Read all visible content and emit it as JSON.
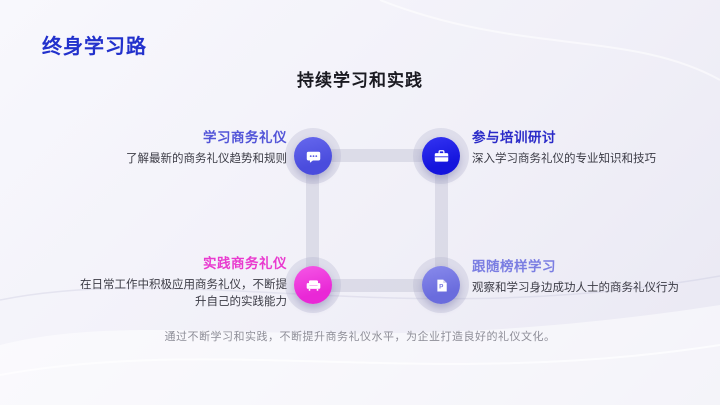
{
  "slide": {
    "page_title": "终身学习路",
    "section_title": "持续学习和实践",
    "caption": "通过不断学习和实践，不断提升商务礼仪水平，为企业打造良好的礼仪文化。"
  },
  "diagram": {
    "nodes": [
      {
        "title": "学习商务礼仪",
        "description": "了解最新的商务礼仪趋势和规则",
        "icon": "chat-bubble-icon",
        "title_color": "#5355d8",
        "circle_color": "#5052e2"
      },
      {
        "title": "参与培训研讨",
        "description": "深入学习商务礼仪的专业知识和技巧",
        "icon": "briefcase-icon",
        "title_color": "#2a2ac8",
        "circle_color": "#1b1be6"
      },
      {
        "title": "实践商务礼仪",
        "description": "在日常工作中积极应用商务礼仪，不断提升自己的实践能力",
        "icon": "sofa-icon",
        "title_color": "#e93bcf",
        "circle_color": "#ee3adf"
      },
      {
        "title": "跟随榜样学习",
        "description": "观察和学习身边成功人士的商务礼仪行为",
        "icon": "document-p-icon",
        "title_color": "#7b7ee2",
        "circle_color": "#7678e2"
      }
    ],
    "connector_color": "#cbcbdb"
  },
  "colors": {
    "page_title": "#2231cc",
    "section_title": "#1a1a21",
    "description_text": "#3c3c46",
    "caption_text": "#8e8e98",
    "background_start": "#f8f8fd",
    "background_end": "#e9e8f3"
  }
}
